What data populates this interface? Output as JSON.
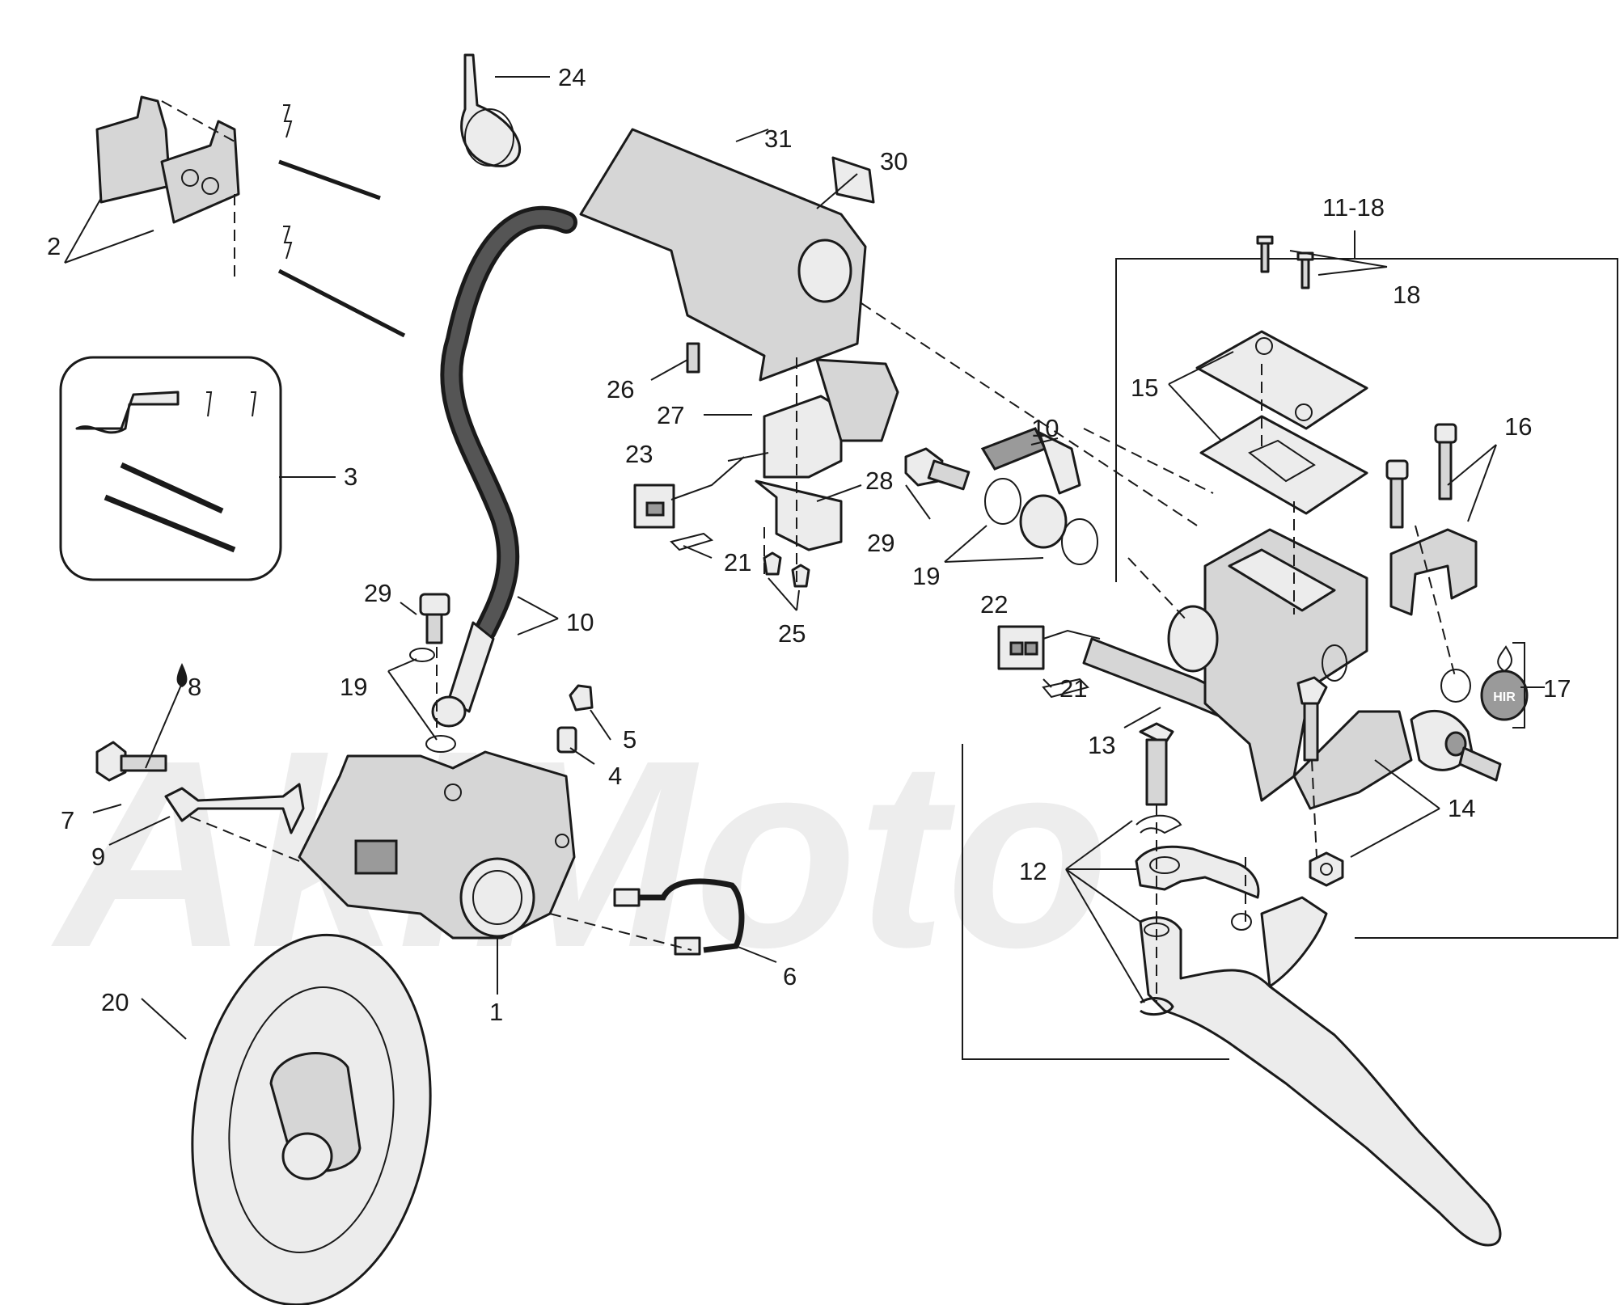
{
  "diagram": {
    "watermark": "AkiMoto",
    "callouts": [
      {
        "id": "c1",
        "text": "1"
      },
      {
        "id": "c2",
        "text": "2"
      },
      {
        "id": "c3",
        "text": "3"
      },
      {
        "id": "c4",
        "text": "4"
      },
      {
        "id": "c5",
        "text": "5"
      },
      {
        "id": "c6",
        "text": "6"
      },
      {
        "id": "c7",
        "text": "7"
      },
      {
        "id": "c8",
        "text": "8"
      },
      {
        "id": "c9",
        "text": "9"
      },
      {
        "id": "c10a",
        "text": "10"
      },
      {
        "id": "c10b",
        "text": "10"
      },
      {
        "id": "c11_18",
        "text": "11-18"
      },
      {
        "id": "c12",
        "text": "12"
      },
      {
        "id": "c13",
        "text": "13"
      },
      {
        "id": "c14",
        "text": "14"
      },
      {
        "id": "c15",
        "text": "15"
      },
      {
        "id": "c16",
        "text": "16"
      },
      {
        "id": "c17",
        "text": "17"
      },
      {
        "id": "c18",
        "text": "18"
      },
      {
        "id": "c19a",
        "text": "19"
      },
      {
        "id": "c19b",
        "text": "19"
      },
      {
        "id": "c20",
        "text": "20"
      },
      {
        "id": "c21a",
        "text": "21"
      },
      {
        "id": "c21b",
        "text": "21"
      },
      {
        "id": "c22",
        "text": "22"
      },
      {
        "id": "c23",
        "text": "23"
      },
      {
        "id": "c24",
        "text": "24"
      },
      {
        "id": "c25",
        "text": "25"
      },
      {
        "id": "c26",
        "text": "26"
      },
      {
        "id": "c27",
        "text": "27"
      },
      {
        "id": "c28",
        "text": "28"
      },
      {
        "id": "c29a",
        "text": "29"
      },
      {
        "id": "c29b",
        "text": "29"
      },
      {
        "id": "c30",
        "text": "30"
      },
      {
        "id": "c31",
        "text": "31"
      }
    ],
    "cap_text": "HIR"
  }
}
